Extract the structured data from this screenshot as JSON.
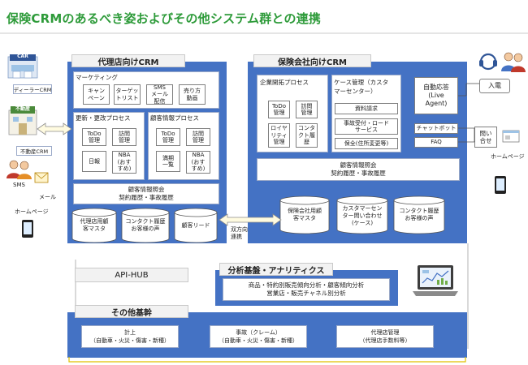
{
  "title": "保険CRMのあるべき姿およびその他システム群との連携",
  "agency_crm": {
    "header": "代理店向けCRM",
    "marketing": {
      "label": "マーケティング",
      "items": [
        "キャン\nペーン",
        "ターゲッ\nトリスト",
        "SMS\nメール\n配信",
        "売り方\n動画"
      ]
    },
    "renewal": {
      "label": "更新・更改プロセス",
      "items": [
        "ToDo\n管理",
        "訪問\n管理",
        "日報",
        "NBA\n(おす\nすめ)"
      ]
    },
    "customer_info": {
      "label": "顧客情報プロセス",
      "items": [
        "ToDo\n管理",
        "訪問\n管理",
        "満期\n一覧",
        "NBA\n(おす\nすめ)"
      ]
    },
    "inquiry": "顧客情報照会\n契約履歴・事故履歴",
    "dbs": [
      "代理店用顧\n客マスタ",
      "コンタクト履歴\nお客様の声",
      "顧客リード"
    ]
  },
  "insurer_crm": {
    "header": "保険会社向けCRM",
    "sales_dev": {
      "label": "企業開拓プロセス",
      "items": [
        "ToDo\n管理",
        "訪問\n管理",
        "ロイヤ\nリティ\n管理",
        "コンタ\nクト履\n歴"
      ]
    },
    "case_mgmt": {
      "label": "ケース管理（カスタ\nマーセンター）",
      "items": [
        "資料請求",
        "事故受付・ロード\nサービス",
        "保全(住所変更等)"
      ]
    },
    "auto_response": "自動応答\n(Live\nAgent)",
    "chatbot": "チャットボット",
    "faq": "FAQ",
    "inquiry": "顧客情報照会\n契約履歴・事故履歴",
    "dbs": [
      "保険会社用顧\n客マスタ",
      "カスタマーセン\nター問い合わせ\n(ケース)",
      "コンタクト履歴\nお客様の声"
    ]
  },
  "two_way": "双方向\n連携",
  "api_hub": "API-HUB",
  "analytics": {
    "header": "分析基盤・アナリティクス",
    "body": "商品・特約別販売傾向分析・顧客傾向分析\n営業店・販売チャネル別分析"
  },
  "other": {
    "header": "その他基幹",
    "items": [
      "計上\n（自動車・火災・傷害・新種）",
      "事故（クレーム）\n（自動車・火災・傷害・新種）",
      "代理店管理\n（代理店手数料等）"
    ]
  },
  "left": {
    "car_sign": "CAR",
    "dealer": "ディーラーCRM",
    "realestate_sign": "不動産",
    "realestate": "不動産CRM",
    "sms": "SMS",
    "mail": "メール",
    "homepage": "ホームページ"
  },
  "right": {
    "incoming_call": "入電",
    "contact": "問い\n合せ",
    "homepage": "ホームページ"
  },
  "colors": {
    "title": "#2e9b3a",
    "panel": "#4472c4",
    "tab": "#f2f2f2",
    "db": "#ffffff"
  }
}
